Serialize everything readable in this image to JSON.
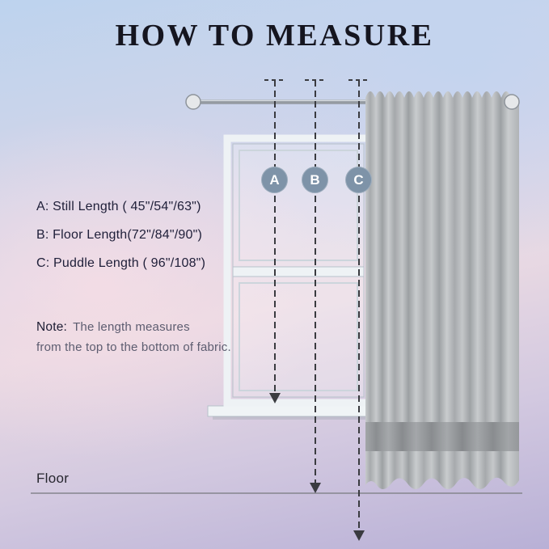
{
  "title": "HOW TO MEASURE",
  "measurements": [
    {
      "letter": "A",
      "label": "A: Still Length ( 45\"/54\"/63\")"
    },
    {
      "letter": "B",
      "label": "B: Floor Length(72\"/84\"/90\")"
    },
    {
      "letter": "C",
      "label": "C: Puddle Length ( 96\"/108\")"
    }
  ],
  "note": {
    "label": "Note:",
    "line1": "The length measures",
    "line2": "from the top to the bottom of fabric."
  },
  "floor_label": "Floor",
  "colors": {
    "marker_fill": "#7e93a8",
    "marker_text": "#ffffff",
    "body_text": "#20203a",
    "note_text": "#5d5d70",
    "curtain_light": "#c7cacc",
    "curtain_dark": "#9ca0a3",
    "hem_band": "#8f9295",
    "bg_blue": "#bdd3ee",
    "bg_pink": "#e9d9e3",
    "bg_lavender": "#b8b0d6"
  }
}
